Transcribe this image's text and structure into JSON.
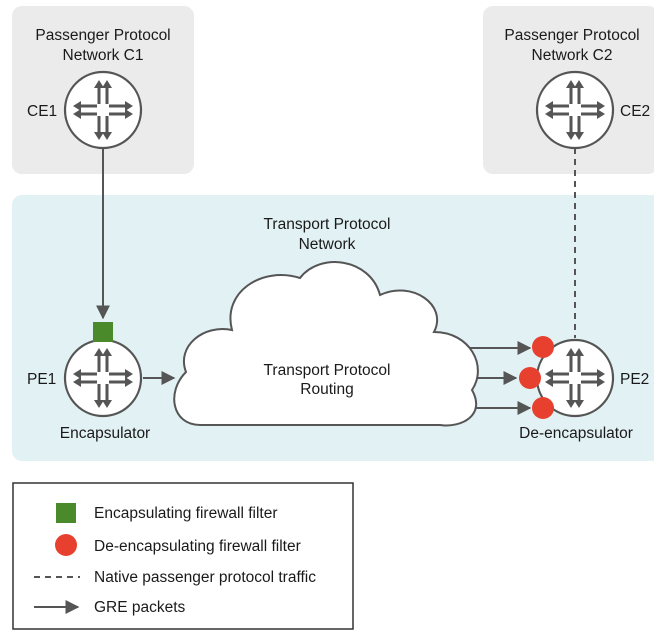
{
  "colors": {
    "passenger_region": "#ebebeb",
    "transport_region": "#e2f1f4",
    "router_fill": "#ffffff",
    "router_stroke": "#555555",
    "encap_filter": "#4a8a2a",
    "decap_filter": "#e8402f",
    "line": "#555555"
  },
  "regions": {
    "network_c1": {
      "line1": "Passenger Protocol",
      "line2": "Network C1"
    },
    "network_c2": {
      "line1": "Passenger Protocol",
      "line2": "Network C2"
    },
    "transport_network": {
      "line1": "Transport Protocol",
      "line2": "Network"
    }
  },
  "cloud": {
    "line1": "Transport Protocol",
    "line2": "Routing"
  },
  "routers": {
    "ce1": {
      "label": "CE1",
      "icon": "router-icon"
    },
    "ce2": {
      "label": "CE2",
      "icon": "router-icon"
    },
    "pe1": {
      "label": "PE1",
      "role": "Encapsulator",
      "icon": "router-icon"
    },
    "pe2": {
      "label": "PE2",
      "role": "De-encapsulator",
      "icon": "router-icon"
    }
  },
  "legend": {
    "items": [
      {
        "icon": "green-square-icon",
        "label": "Encapsulating firewall filter"
      },
      {
        "icon": "red-circle-icon",
        "label": "De-encapsulating firewall filter"
      },
      {
        "icon": "dashed-line-icon",
        "label": "Native passenger protocol traffic"
      },
      {
        "icon": "arrow-icon",
        "label": "GRE packets"
      }
    ]
  }
}
